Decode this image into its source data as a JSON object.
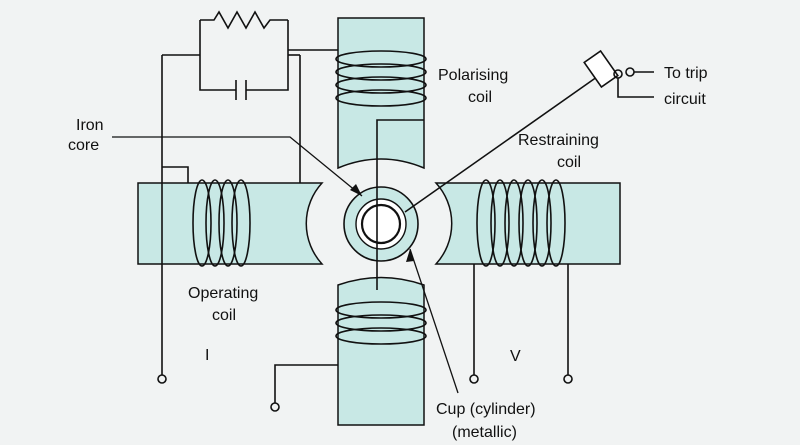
{
  "labels": {
    "iron_core_line1": "Iron",
    "iron_core_line2": "core",
    "polarising_line1": "Polarising",
    "polarising_line2": "coil",
    "trip_line1": "To trip",
    "trip_line2": "circuit",
    "restraining_line1": "Restraining",
    "restraining_line2": "coil",
    "operating_line1": "Operating",
    "operating_line2": "coil",
    "current_symbol": "I",
    "voltage_symbol": "V",
    "cup_line1": "Cup (cylinder)",
    "cup_line2": "(metallic)"
  },
  "colors": {
    "core_fill": "#c8e8e5",
    "background": "#f1f3f3",
    "line": "#111111"
  }
}
